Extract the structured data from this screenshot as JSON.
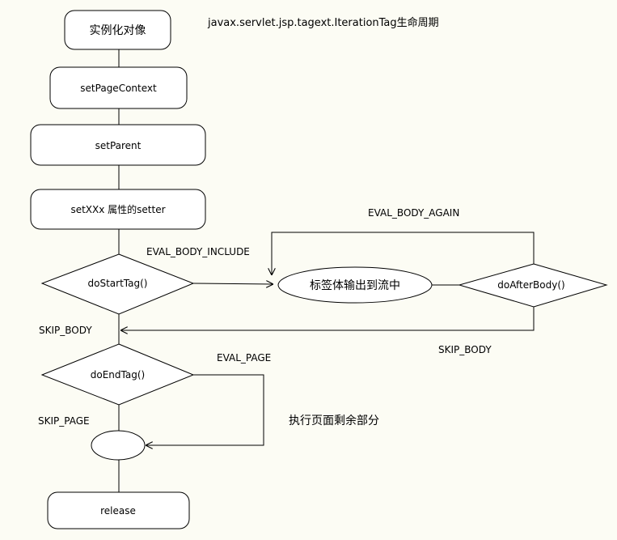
{
  "title": "javax.servlet.jsp.tagext.IterationTag生命周期",
  "colors": {
    "background": "#fcfcf4",
    "node_fill": "#ffffff",
    "stroke": "#000000"
  },
  "nodes": {
    "instantiate": "实例化对像",
    "set_page_context": "setPageContext",
    "set_parent": "setParent",
    "set_xxx": "setXXx 属性的setter",
    "do_start_tag": "doStartTag()",
    "output_body": "标签体输出到流中",
    "do_after_body": "doAfterBody()",
    "do_end_tag": "doEndTag()",
    "end_junction": "",
    "release": "release"
  },
  "edge_labels": {
    "eval_body_include": "EVAL_BODY_INCLUDE",
    "eval_body_again": "EVAL_BODY_AGAIN",
    "skip_body_left": "SKIP_BODY",
    "skip_body_right": "SKIP_BODY",
    "eval_page": "EVAL_PAGE",
    "skip_page": "SKIP_PAGE",
    "rest_of_page": "执行页面剩余部分"
  }
}
